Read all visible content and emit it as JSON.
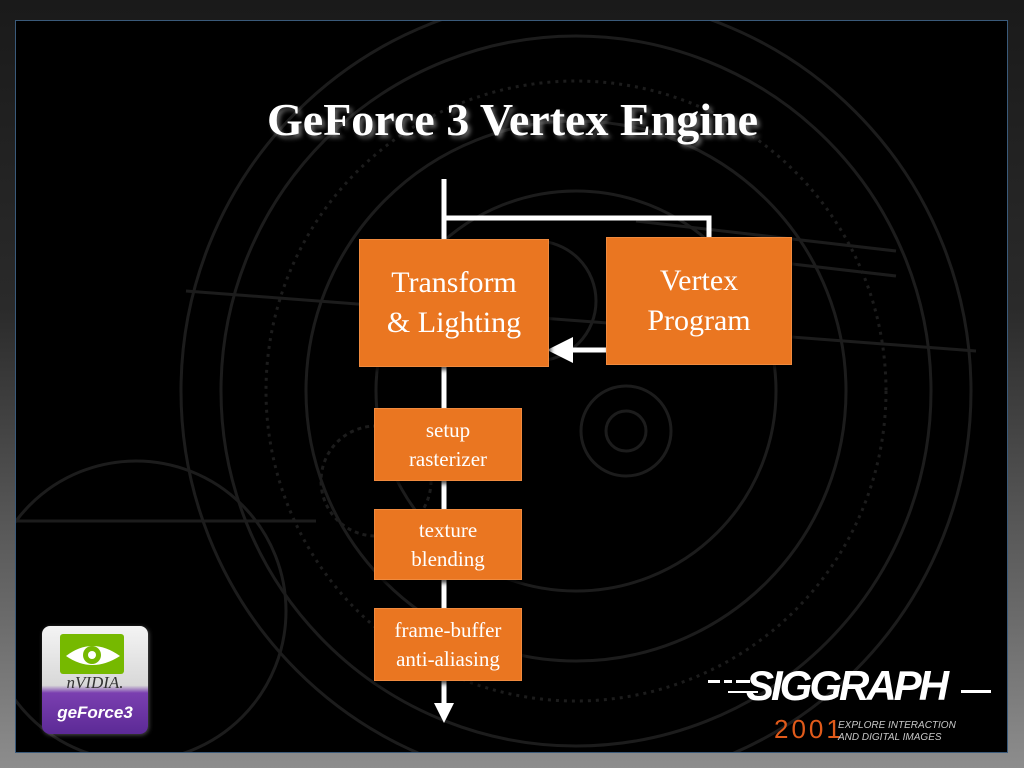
{
  "slide": {
    "title": "GeForce 3 Vertex Engine"
  },
  "diagram": {
    "nodes": [
      {
        "id": "transform-lighting",
        "label": "Transform\n& Lighting"
      },
      {
        "id": "vertex-program",
        "label": "Vertex\nProgram"
      },
      {
        "id": "setup-rasterizer",
        "label": "setup\nrasterizer"
      },
      {
        "id": "texture-blending",
        "label": "texture\nblending"
      },
      {
        "id": "framebuffer-aa",
        "label": "frame-buffer\nanti-aliasing"
      }
    ],
    "colors": {
      "box": "#ea7621",
      "line": "#ffffff"
    }
  },
  "logos": {
    "nvidia": {
      "wordmark": "nVIDIA.",
      "product": "geForce3"
    },
    "siggraph": {
      "name": "SIGGRAPH",
      "year": "2001",
      "tagline_1": "EXPLORE INTERACTION",
      "tagline_2": "AND DIGITAL IMAGES"
    }
  }
}
